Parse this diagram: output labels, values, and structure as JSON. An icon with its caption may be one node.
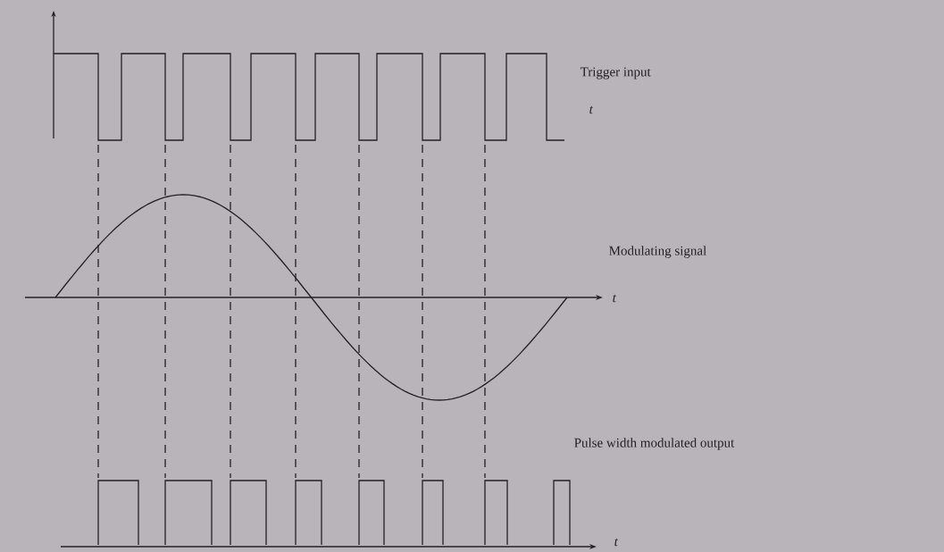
{
  "diagram": {
    "labels": [
      "Trigger input",
      "t",
      "Modulating signal",
      "t",
      "Pulse width modulated output",
      "t"
    ]
  }
}
